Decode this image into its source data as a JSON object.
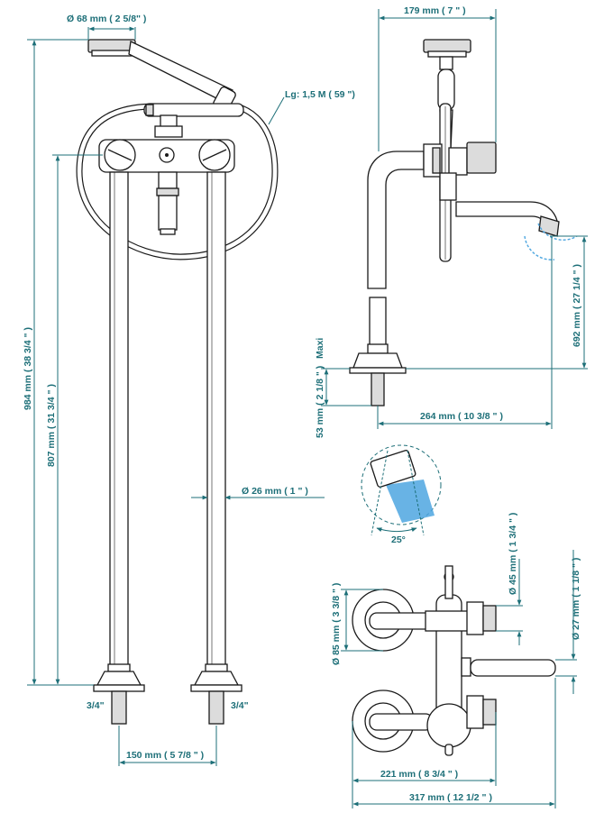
{
  "dimensions": {
    "head_diameter": "Ø 68 mm ( 2 5/8\" )",
    "top_width": "179 mm ( 7 \" )",
    "hose_length": "Lg: 1,5 M ( 59 \")",
    "total_height": "984 mm ( 38 3/4 \" )",
    "mixer_height": "807 mm ( 31 3/4 \" )",
    "pipe_diameter": "Ø 26 mm ( 1 \" )",
    "connector_left": "3/4\"",
    "connector_right": "3/4\"",
    "centers_front": "150 mm ( 5 7/8 \" )",
    "side_height": "692 mm ( 27 1/4 \" )",
    "maxi_label": "Maxi",
    "base_height": "53 mm ( 2 1/8 \" )",
    "spout_reach": "264 mm ( 10 3/8 \" )",
    "swivel_angle": "25°",
    "diam_45": "Ø 45 mm ( 1 3/4 \" )",
    "diam_85": "Ø 85 mm ( 3 3/8 \" )",
    "diam_27": "Ø 27 mm ( 1 1/8 \" )",
    "width_221": "221 mm ( 8 3/4 \" )",
    "width_317": "317 mm ( 12 1/2 \" )"
  },
  "colors": {
    "dimension": "#1d6f78",
    "water": "#4da6e0",
    "line": "#1a1a1a"
  }
}
